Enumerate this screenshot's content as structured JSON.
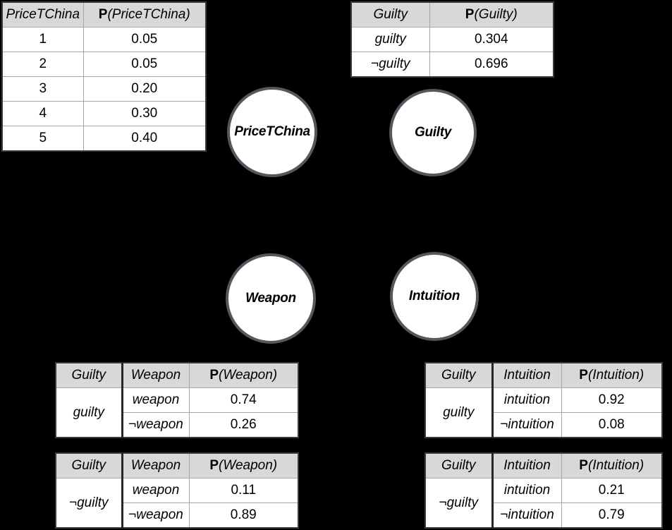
{
  "colors": {
    "background": "#000000",
    "table_header_bg": "#d8d8d8",
    "table_grid": "#a6a6a6",
    "table_outer_border": "#3a3a3a",
    "node_border": "#53585e",
    "node_fill": "#ffffff",
    "text": "#000000"
  },
  "nodes": {
    "price": {
      "label": "PriceTChina"
    },
    "guilty": {
      "label": "Guilty"
    },
    "weapon": {
      "label": "Weapon"
    },
    "intuition": {
      "label": "Intuition"
    }
  },
  "tables": {
    "price_prior": {
      "col1_header": "PriceTChina",
      "p_bold": "P",
      "p_rest": "(PriceTChina)",
      "rows": [
        [
          "1",
          "0.05"
        ],
        [
          "2",
          "0.05"
        ],
        [
          "3",
          "0.20"
        ],
        [
          "4",
          "0.30"
        ],
        [
          "5",
          "0.40"
        ]
      ]
    },
    "guilty_prior": {
      "col1_header": "Guilty",
      "p_bold": "P",
      "p_rest": "(Guilty)",
      "rows": [
        [
          "guilty",
          "0.304"
        ],
        [
          "¬guilty",
          "0.696"
        ]
      ]
    },
    "weapon_given_guilty": {
      "cond_header": "Guilty",
      "var_header": "Weapon",
      "p_bold": "P",
      "p_rest": "(Weapon)",
      "condition": "guilty",
      "rows": [
        [
          "weapon",
          "0.74"
        ],
        [
          "¬weapon",
          "0.26"
        ]
      ]
    },
    "weapon_given_not_guilty": {
      "cond_header": "Guilty",
      "var_header": "Weapon",
      "p_bold": "P",
      "p_rest": "(Weapon)",
      "condition": "¬guilty",
      "rows": [
        [
          "weapon",
          "0.11"
        ],
        [
          "¬weapon",
          "0.89"
        ]
      ]
    },
    "intuition_given_guilty": {
      "cond_header": "Guilty",
      "var_header": "Intuition",
      "p_bold": "P",
      "p_rest": "(Intuition)",
      "condition": "guilty",
      "rows": [
        [
          "intuition",
          "0.92"
        ],
        [
          "¬intuition",
          "0.08"
        ]
      ]
    },
    "intuition_given_not_guilty": {
      "cond_header": "Guilty",
      "var_header": "Intuition",
      "p_bold": "P",
      "p_rest": "(Intuition)",
      "condition": "¬guilty",
      "rows": [
        [
          "intuition",
          "0.21"
        ],
        [
          "¬intuition",
          "0.79"
        ]
      ]
    }
  }
}
